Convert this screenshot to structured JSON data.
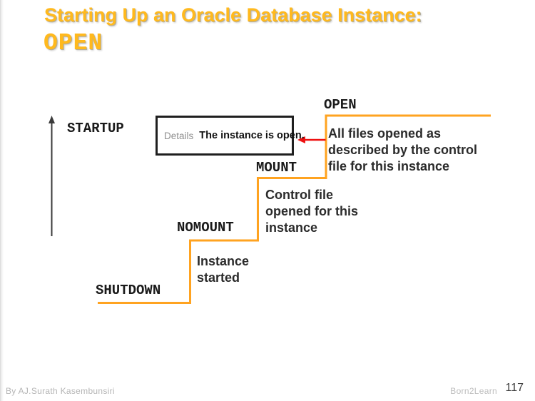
{
  "slide": {
    "title_line1": "Starting Up an Oracle Database Instance:",
    "title_line2": "OPEN"
  },
  "diagram": {
    "axis_label": "STARTUP",
    "steps": [
      {
        "id": "shutdown",
        "label": "SHUTDOWN",
        "description": ""
      },
      {
        "id": "nomount",
        "label": "NOMOUNT",
        "description": "Instance\nstarted"
      },
      {
        "id": "mount",
        "label": "MOUNT",
        "description": "Control file\nopened for this\ninstance"
      },
      {
        "id": "open",
        "label": "OPEN",
        "description": "All files opened as\ndescribed by the control\nfile for this instance"
      }
    ],
    "details_box": {
      "prefix": "Details",
      "text": "The instance is open."
    }
  },
  "footer": {
    "author": "By AJ.Surath Kasembunsiri",
    "brand": "Born2Learn",
    "page_number": "117"
  },
  "colors": {
    "staircase_orange": "#FFA320",
    "title_gold": "#FFB91E",
    "arrow_red": "#EE1111",
    "line_dark": "#3A3A3A"
  }
}
